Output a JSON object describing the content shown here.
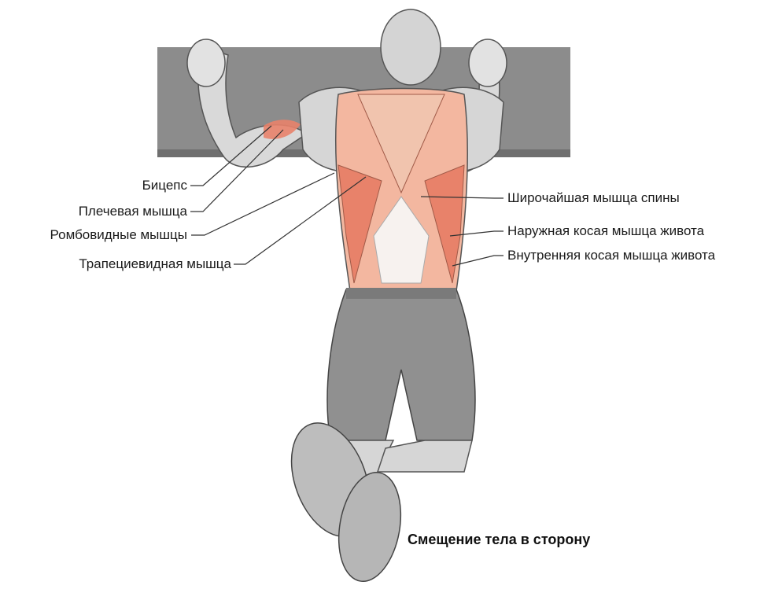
{
  "labels_left": [
    {
      "id": "biceps",
      "text": "Бицепс"
    },
    {
      "id": "brachialis",
      "text": "Плечевая мышца"
    },
    {
      "id": "rhomboids",
      "text": "Ромбовидные мышцы"
    },
    {
      "id": "trapezius",
      "text": "Трапециевидная мышца"
    }
  ],
  "labels_right": [
    {
      "id": "latissimus",
      "text": "Широчайшая мышца спины"
    },
    {
      "id": "external-oblique",
      "text": "Наружная косая мышца живота"
    },
    {
      "id": "internal-oblique",
      "text": "Внутренняя косая мышца живота"
    }
  ],
  "caption": "Смещение тела в сторону",
  "colors": {
    "muscle_highlight": "#e8826a",
    "muscle_light": "#f3b7a0",
    "bar": "#8a8a8a",
    "skin": "#dcdcdc",
    "shorts": "#8f8f8f",
    "leader_line": "#333333"
  }
}
